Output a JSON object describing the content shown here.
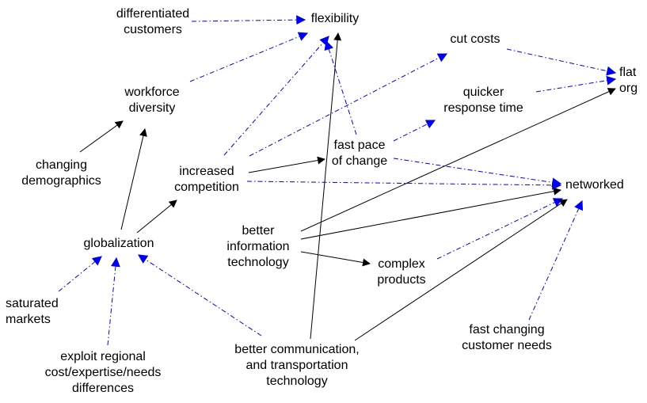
{
  "nodes": {
    "differentiated_customers": "differentiated\ncustomers",
    "flexibility": "flexibility",
    "cut_costs": "cut costs",
    "flat_org": "flat\norg",
    "quicker_response_time": "quicker\nresponse time",
    "workforce_diversity": "workforce\ndiversity",
    "changing_demographics": "changing\ndemographics",
    "increased_competition": "increased\ncompetition",
    "fast_pace_of_change": "fast pace\nof change",
    "networked": "networked",
    "globalization": "globalization",
    "better_information_technology": "better\ninformation\ntechnology",
    "complex_products": "complex\nproducts",
    "saturated_markets": "saturated\nmarkets",
    "exploit_regional": "exploit regional\ncost/expertise/needs\ndifferences",
    "better_communication": "better communication,\nand transportation\ntechnology",
    "fast_changing_customer_needs": "fast changing\ncustomer needs"
  },
  "colors": {
    "solid_edge": "#000000",
    "dashed_edge": "#0000ee",
    "text": "#000000",
    "background": "#ffffff"
  },
  "edges": [
    {
      "from": "differentiated_customers",
      "to": "flexibility",
      "style": "dashed"
    },
    {
      "from": "workforce_diversity",
      "to": "flexibility",
      "style": "dashed"
    },
    {
      "from": "increased_competition",
      "to": "flexibility",
      "style": "dashed"
    },
    {
      "from": "fast_pace_of_change",
      "to": "flexibility",
      "style": "dashed"
    },
    {
      "from": "better_communication",
      "to": "flexibility",
      "style": "solid"
    },
    {
      "from": "cut_costs",
      "to": "flat_org",
      "style": "dashed"
    },
    {
      "from": "quicker_response_time",
      "to": "flat_org",
      "style": "dashed"
    },
    {
      "from": "better_information_technology",
      "to": "flat_org",
      "style": "solid"
    },
    {
      "from": "increased_competition",
      "to": "cut_costs",
      "style": "dashed"
    },
    {
      "from": "fast_pace_of_change",
      "to": "quicker_response_time",
      "style": "dashed"
    },
    {
      "from": "changing_demographics",
      "to": "workforce_diversity",
      "style": "solid"
    },
    {
      "from": "globalization",
      "to": "workforce_diversity",
      "style": "solid"
    },
    {
      "from": "globalization",
      "to": "increased_competition",
      "style": "solid"
    },
    {
      "from": "increased_competition",
      "to": "fast_pace_of_change",
      "style": "solid"
    },
    {
      "from": "increased_competition",
      "to": "networked",
      "style": "dashed"
    },
    {
      "from": "fast_pace_of_change",
      "to": "networked",
      "style": "dashed"
    },
    {
      "from": "better_information_technology",
      "to": "networked",
      "style": "solid"
    },
    {
      "from": "better_information_technology",
      "to": "complex_products",
      "style": "solid"
    },
    {
      "from": "complex_products",
      "to": "networked",
      "style": "dashed"
    },
    {
      "from": "better_communication",
      "to": "networked",
      "style": "solid"
    },
    {
      "from": "fast_changing_customer_needs",
      "to": "networked",
      "style": "dashed"
    },
    {
      "from": "saturated_markets",
      "to": "globalization",
      "style": "dashed"
    },
    {
      "from": "exploit_regional",
      "to": "globalization",
      "style": "dashed"
    },
    {
      "from": "better_communication",
      "to": "globalization",
      "style": "dashed"
    }
  ]
}
